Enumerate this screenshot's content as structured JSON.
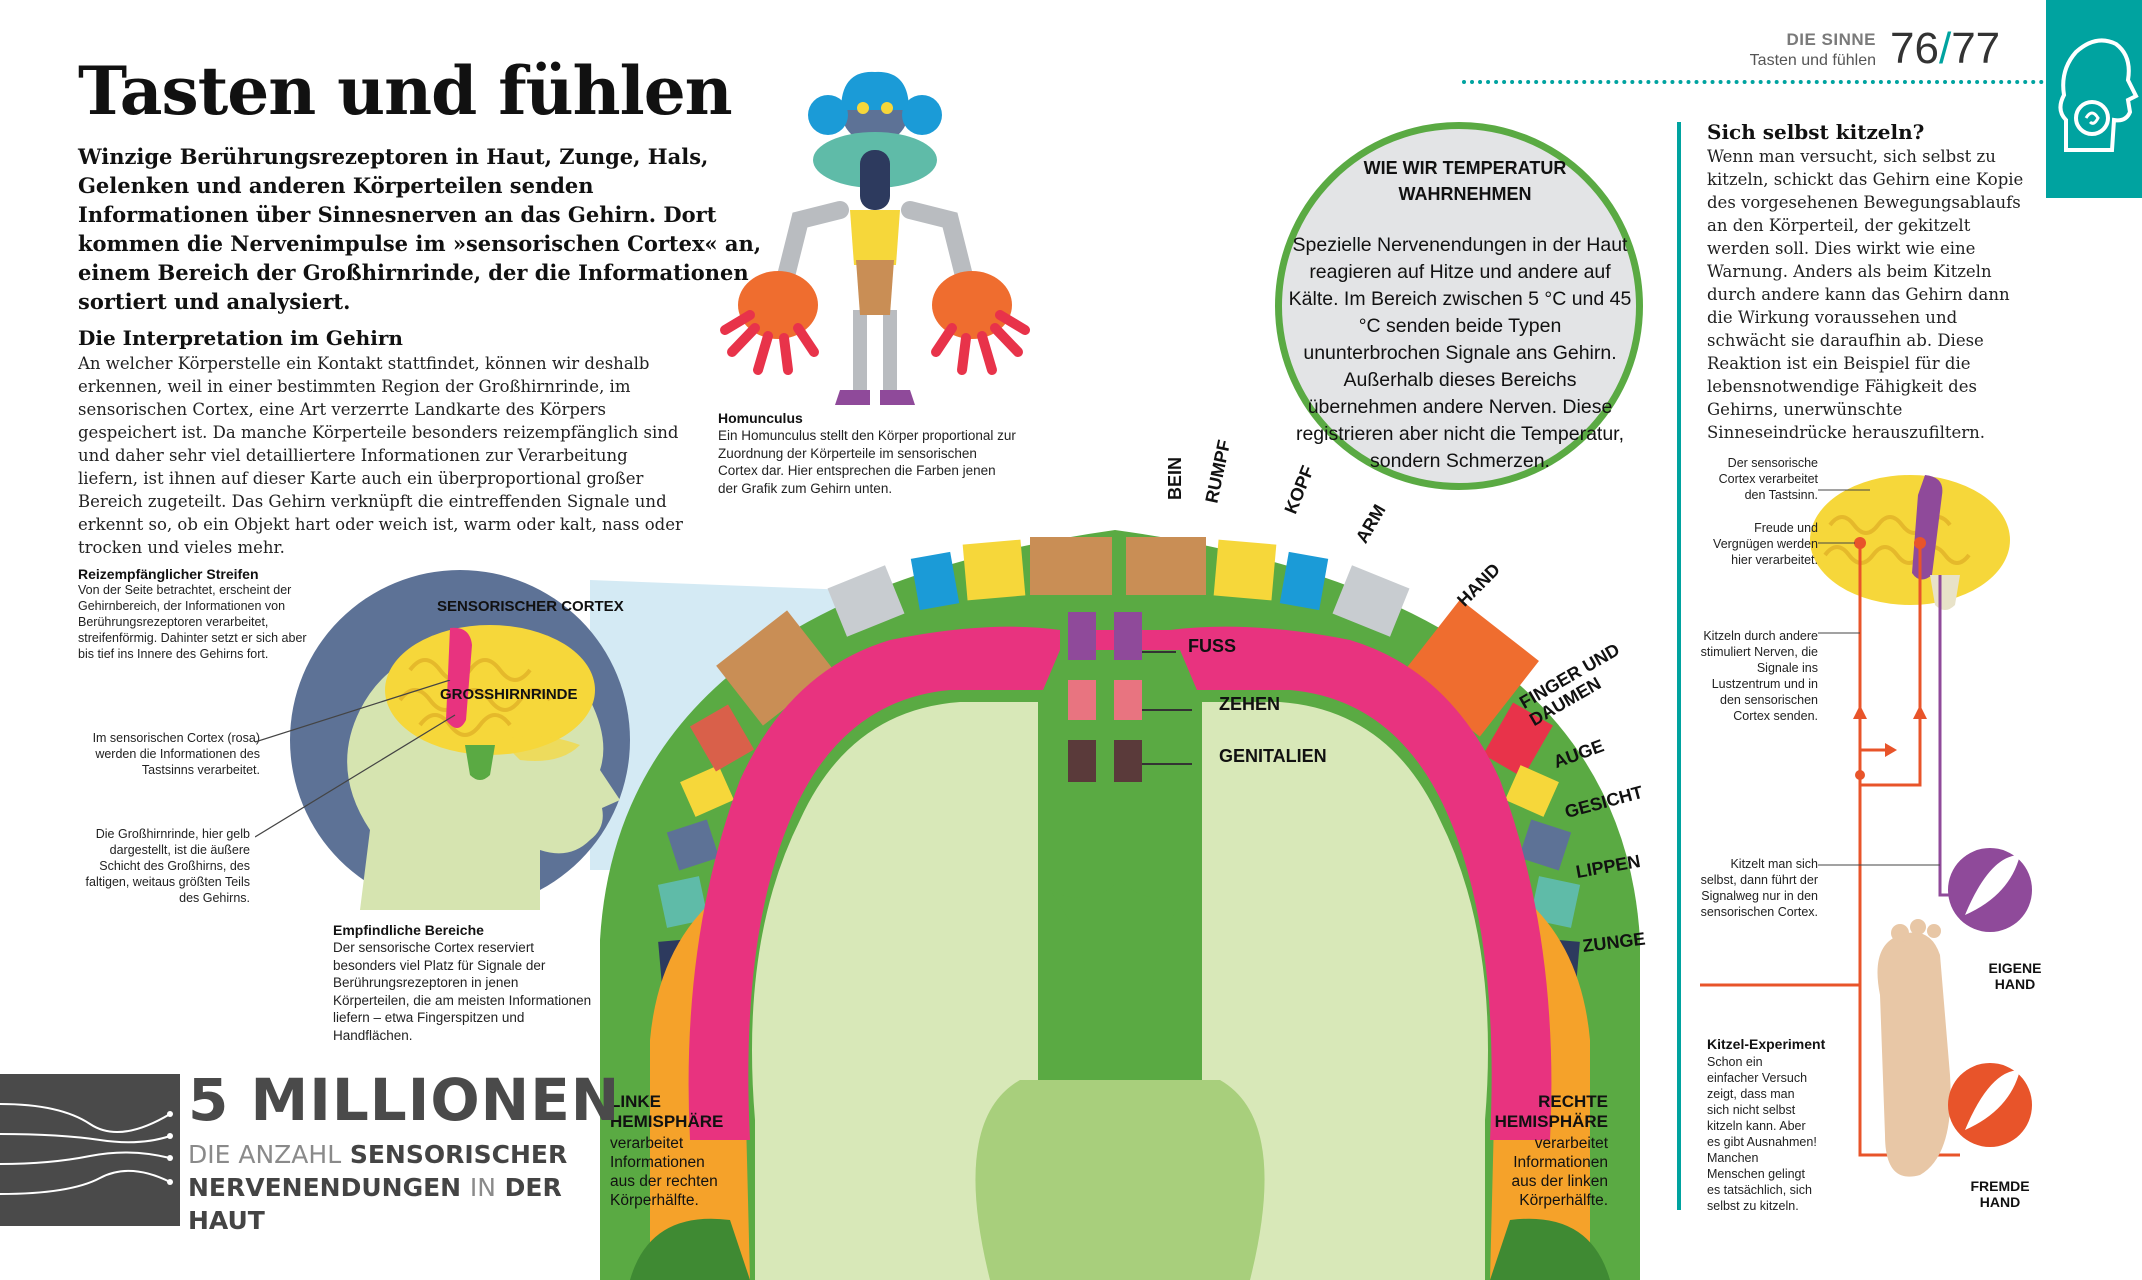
{
  "header": {
    "section": "DIE SINNE",
    "subtitle": "Tasten und fühlen",
    "page_left": "76",
    "slash": "/",
    "page_right": "77"
  },
  "title": "Tasten und fühlen",
  "intro": "Winzige Berührungsrezeptoren in Haut, Zunge, Hals, Gelenken und anderen Körperteilen senden Informationen über Sinnesnerven an das Gehirn. Dort kommen die Nervenimpulse im »sensorischen Cortex« an, einem Bereich der Großhirnrinde, der die Informationen sortiert und analysiert.",
  "interpretation": {
    "heading": "Die Interpretation im Gehirn",
    "text": "An welcher Körperstelle ein Kontakt stattfindet, können wir deshalb erkennen, weil in einer bestimmten Region der Großhirnrinde, im sensorischen Cortex, eine Art verzerrte Landkarte des Körpers gespeichert ist. Da manche Körperteile besonders reizempfänglich sind und daher sehr viel detailliertere Informationen zur Verarbeitung liefern, ist ihnen auf dieser Karte auch ein überproportional großer Bereich zugeteilt. Das Gehirn verknüpft die eintreffenden Signale und erkennt so, ob ein Objekt hart oder weich ist, warm oder kalt, nass oder trocken und vieles mehr."
  },
  "homunculus": {
    "heading": "Homunculus",
    "text": "Ein Homunculus stellt den Körper proportional zur Zuordnung der Körperteile im sensorischen Cortex dar. Hier entsprechen die Farben jenen der Grafik zum Gehirn unten."
  },
  "temperature": {
    "title": "WIE WIR TEMPERATUR WAHRNEHMEN",
    "text": "Spezielle Nervenendungen in der Haut reagieren auf Hitze und andere auf Kälte. Im Bereich zwischen 5 °C und 45 °C senden beide Typen ununterbrochen Signale ans Gehirn. Außerhalb dieses Bereichs übernehmen andere Nerven. Diese registrieren aber nicht die Temperatur, sondern Schmerzen."
  },
  "tickle": {
    "heading": "Sich selbst kitzeln?",
    "text": "Wenn man versucht, sich selbst zu kitzeln, schickt das Gehirn eine Kopie des vorgesehenen Bewegungsablaufs an den Körperteil, der gekitzelt werden soll. Dies wirkt wie eine Warnung. Anders als beim Kitzeln durch andere kann das Gehirn dann die Wirkung voraussehen und schwächt sie daraufhin ab. Diese Reaktion ist ein Beispiel für die lebensnotwendige Fähigkeit des Gehirns, unerwünschte Sinneseindrücke herauszufiltern.",
    "note_cortex": "Der sensorische Cortex verarbeitet den Tastsinn.",
    "note_joy": "Freude und Vergnügen werden hier verarbeitet.",
    "note_others": "Kitzeln durch andere stimuliert Nerven, die Signale ins Lustzentrum und in den sensorischen Cortex senden.",
    "note_self": "Kitzelt man sich selbst, dann führt der Signalweg nur in den sensorischen Cortex.",
    "own_hand": "EIGENE HAND",
    "other_hand": "FREMDE HAND",
    "experiment_heading": "Kitzel-Experiment",
    "experiment_text": "Schon ein einfacher Versuch zeigt, dass man sich nicht selbst kitzeln kann. Aber es gibt Ausnahmen! Manchen Menschen gelingt es tatsächlich, sich selbst zu kitzeln."
  },
  "head_inset": {
    "strip_heading": "Reizempfänglicher Streifen",
    "strip_text": "Von der Seite betrachtet, erscheint der Gehirnbereich, der Informationen von Berührungsrezeptoren verarbeitet, streifenförmig. Dahinter setzt er sich aber bis tief ins Innere des Gehirns fort.",
    "cortex_note": "Im sensorischen Cortex (rosa) werden die Informationen des Tastsinns verarbeitet.",
    "cerebrum_note": "Die Großhirnrinde, hier gelb dargestellt, ist die äußere Schicht des Großhirns, des faltigen, weitaus größten Teils des Gehirns.",
    "label_cortex": "SENSORISCHER CORTEX",
    "label_cerebrum": "GROSSHIRNRINDE",
    "sensitive_heading": "Empfindliche Bereiche",
    "sensitive_text": "Der sensorische Cortex reserviert besonders viel Platz für Signale der Berührungsrezeptoren in jenen Körperteilen, die am meisten Informationen liefern – etwa Fingerspitzen und Handflächen."
  },
  "brain_labels": {
    "bein": "BEIN",
    "rumpf": "RUMPF",
    "kopf": "KOPF",
    "arm": "ARM",
    "hand": "HAND",
    "finger": "FINGER UND DAUMEN",
    "auge": "AUGE",
    "gesicht": "GESICHT",
    "lippen": "LIPPEN",
    "zunge": "ZUNGE",
    "fuss": "FUSS",
    "zehen": "ZEHEN",
    "genitalien": "GENITALIEN"
  },
  "hemispheres": {
    "left_heading": "LINKE HEMISPHÄRE",
    "left_text": "verarbeitet Informationen aus der rechten Körperhälfte.",
    "right_heading": "RECHTE HEMISPHÄRE",
    "right_text": "verarbeitet Informationen aus der linken Körperhälfte."
  },
  "stat": {
    "number": "5 MILLIONEN",
    "w1": "DIE ANZAHL",
    "w2": "SENSORISCHER NERVENENDUNGEN",
    "w3": "IN",
    "w4": "DER HAUT"
  },
  "colors": {
    "teal": "#00a3a0",
    "green": "#5aaa43",
    "pale_green": "#d8e8b8",
    "pink": "#e8337f",
    "orange": "#f5a22a",
    "slate": "#5d7296",
    "yellow": "#f6d73a",
    "purple": "#8f4a9a",
    "red_orange": "#e8542a"
  }
}
